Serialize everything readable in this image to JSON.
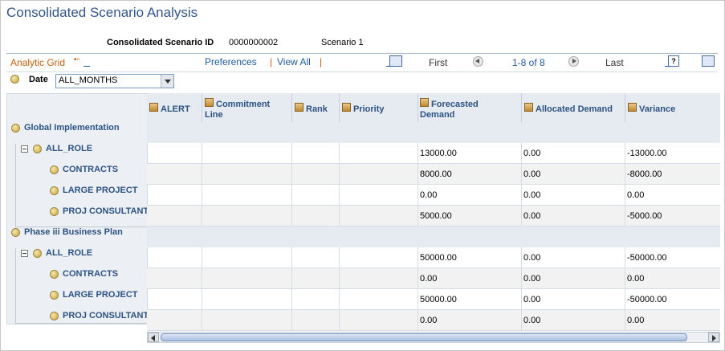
{
  "page": {
    "title": "Consolidated Scenario Analysis",
    "scenario_id_label": "Consolidated Scenario ID",
    "scenario_id_value": "0000000002",
    "scenario_desc": "Scenario 1"
  },
  "grid_bar": {
    "title": "Analytic Grid",
    "preferences": "Preferences",
    "view_all": "View All",
    "first": "First",
    "range": "1-8 of 8",
    "last": "Last"
  },
  "filter": {
    "date_label": "Date",
    "date_value": "ALL_MONTHS"
  },
  "columns": [
    {
      "label1": "ALERT",
      "label2": ""
    },
    {
      "label1": "Commitment",
      "label2": "Line"
    },
    {
      "label1": "Rank",
      "label2": ""
    },
    {
      "label1": "Priority",
      "label2": ""
    },
    {
      "label1": "Forecasted",
      "label2": "Demand"
    },
    {
      "label1": "Allocated Demand",
      "label2": ""
    },
    {
      "label1": "Variance",
      "label2": ""
    }
  ],
  "tree": {
    "group1": "Global Implementation",
    "group1_role": "ALL_ROLE",
    "group1_items": [
      "CONTRACTS",
      "LARGE PROJECT",
      "PROJ CONSULTANT"
    ],
    "group2": "Phase iii Business Plan",
    "group2_role": "ALL_ROLE",
    "group2_items": [
      "CONTRACTS",
      "LARGE PROJECT",
      "PROJ CONSULTANT"
    ]
  },
  "rows": [
    {
      "forecast": "13000.00",
      "allocated": "0.00",
      "variance": "-13000.00"
    },
    {
      "forecast": "8000.00",
      "allocated": "0.00",
      "variance": "-8000.00"
    },
    {
      "forecast": "0.00",
      "allocated": "0.00",
      "variance": "0.00"
    },
    {
      "forecast": "5000.00",
      "allocated": "0.00",
      "variance": "-5000.00"
    },
    {
      "forecast": "50000.00",
      "allocated": "0.00",
      "variance": "-50000.00"
    },
    {
      "forecast": "0.00",
      "allocated": "0.00",
      "variance": "0.00"
    },
    {
      "forecast": "50000.00",
      "allocated": "0.00",
      "variance": "-50000.00"
    },
    {
      "forecast": "0.00",
      "allocated": "0.00",
      "variance": "0.00"
    }
  ]
}
